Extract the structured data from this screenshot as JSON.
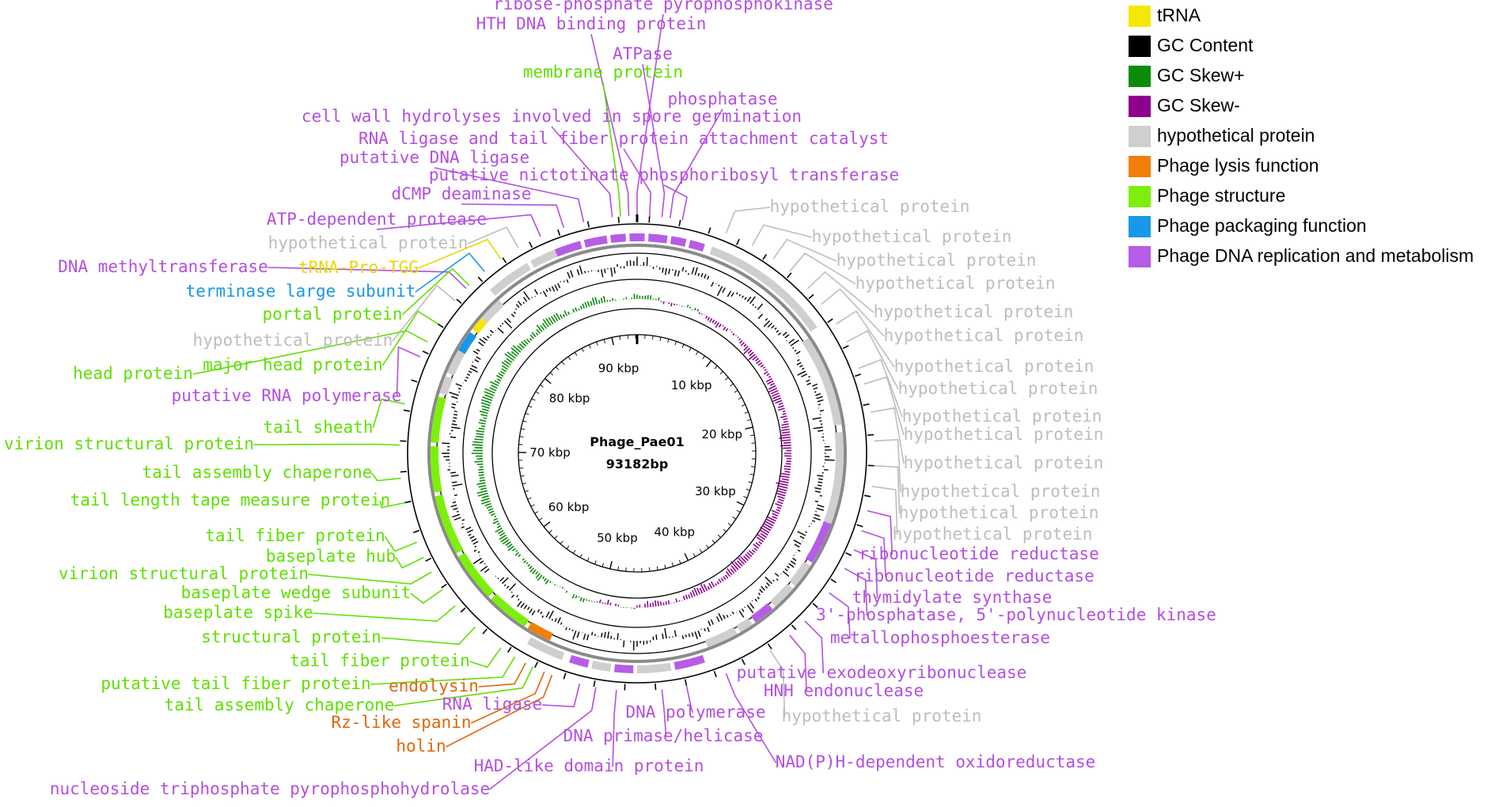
{
  "genome": {
    "name": "Phage_Pae01",
    "length_label": "93182bp",
    "length_bp": 93182
  },
  "colors": {
    "tRNA": "#f5e800",
    "gc_content": "#000000",
    "gc_skew_plus": "#0a8c0a",
    "gc_skew_minus": "#8e008e",
    "hypothetical": "#cfcfcf",
    "lysis": "#f07f0a",
    "structure": "#7cf00a",
    "packaging": "#1898e8",
    "replication": "#b65de6",
    "backbone": "#8a8a8a"
  },
  "legend": [
    {
      "label": "tRNA",
      "color": "#f5e800"
    },
    {
      "label": "GC Content",
      "color": "#000000"
    },
    {
      "label": "GC Skew+",
      "color": "#0a8c0a"
    },
    {
      "label": "GC Skew-",
      "color": "#8e008e"
    },
    {
      "label": "hypothetical protein",
      "color": "#cfcfcf"
    },
    {
      "label": "Phage lysis function",
      "color": "#f07f0a"
    },
    {
      "label": "Phage structure",
      "color": "#7cf00a"
    },
    {
      "label": "Phage packaging function",
      "color": "#1898e8"
    },
    {
      "label": "Phage DNA replication and metabolism",
      "color": "#b65de6"
    }
  ],
  "ticks": [
    "10 kbp",
    "20 kbp",
    "30 kbp",
    "40 kbp",
    "50 kbp",
    "60 kbp",
    "70 kbp",
    "80 kbp",
    "90 kbp"
  ],
  "tick_values_kbp": [
    10,
    20,
    30,
    40,
    50,
    60,
    70,
    80,
    90
  ],
  "labels_top": [
    "ribose-phosphate pyrophosphokinase",
    "HTH DNA binding protein",
    "ATPase",
    "membrane protein",
    "phosphatase",
    "cell wall hydrolyses involved in spore germination",
    "RNA ligase and tail fiber protein attachment catalyst",
    "putative DNA ligase",
    "putative nictotinate phosphoribosyl transferase",
    "dCMP deaminase",
    "ATP-dependent protease"
  ],
  "labels_left": [
    "hypothetical protein",
    "DNA methyltransferase",
    "tRNA-Pro-TGG",
    "terminase large subunit",
    "portal protein",
    "hypothetical protein",
    "major head protein",
    "head protein",
    "putative RNA polymerase",
    "tail sheath",
    "virion structural protein",
    "tail assembly chaperone",
    "tail length tape measure protein",
    "tail fiber protein",
    "baseplate hub",
    "virion structural protein",
    "baseplate wedge subunit",
    "baseplate spike",
    "structural protein",
    "tail fiber protein",
    "putative tail fiber protein",
    "endolysin",
    "tail assembly chaperone",
    "RNA ligase",
    "Rz-like spanin",
    "holin",
    "HAD-like domain protein",
    "nucleoside triphosphate pyrophosphohydrolase"
  ],
  "labels_right": [
    "hypothetical protein",
    "hypothetical protein",
    "hypothetical protein",
    "hypothetical protein",
    "hypothetical protein",
    "hypothetical protein",
    "hypothetical protein",
    "hypothetical protein",
    "hypothetical protein",
    "hypothetical protein",
    "hypothetical protein",
    "hypothetical protein",
    "hypothetical protein",
    "hypothetical protein",
    "ribonucleotide reductase",
    "ribonucleotide reductase",
    "thymidylate synthase",
    "3'-phosphatase, 5'-polynucleotide kinase",
    "metallophosphoesterase",
    "putative exodeoxyribonuclease",
    "HNH endonuclease",
    "hypothetical protein",
    "DNA polymerase",
    "DNA primase/helicase",
    "NAD(P)H-dependent oxidoreductase"
  ]
}
